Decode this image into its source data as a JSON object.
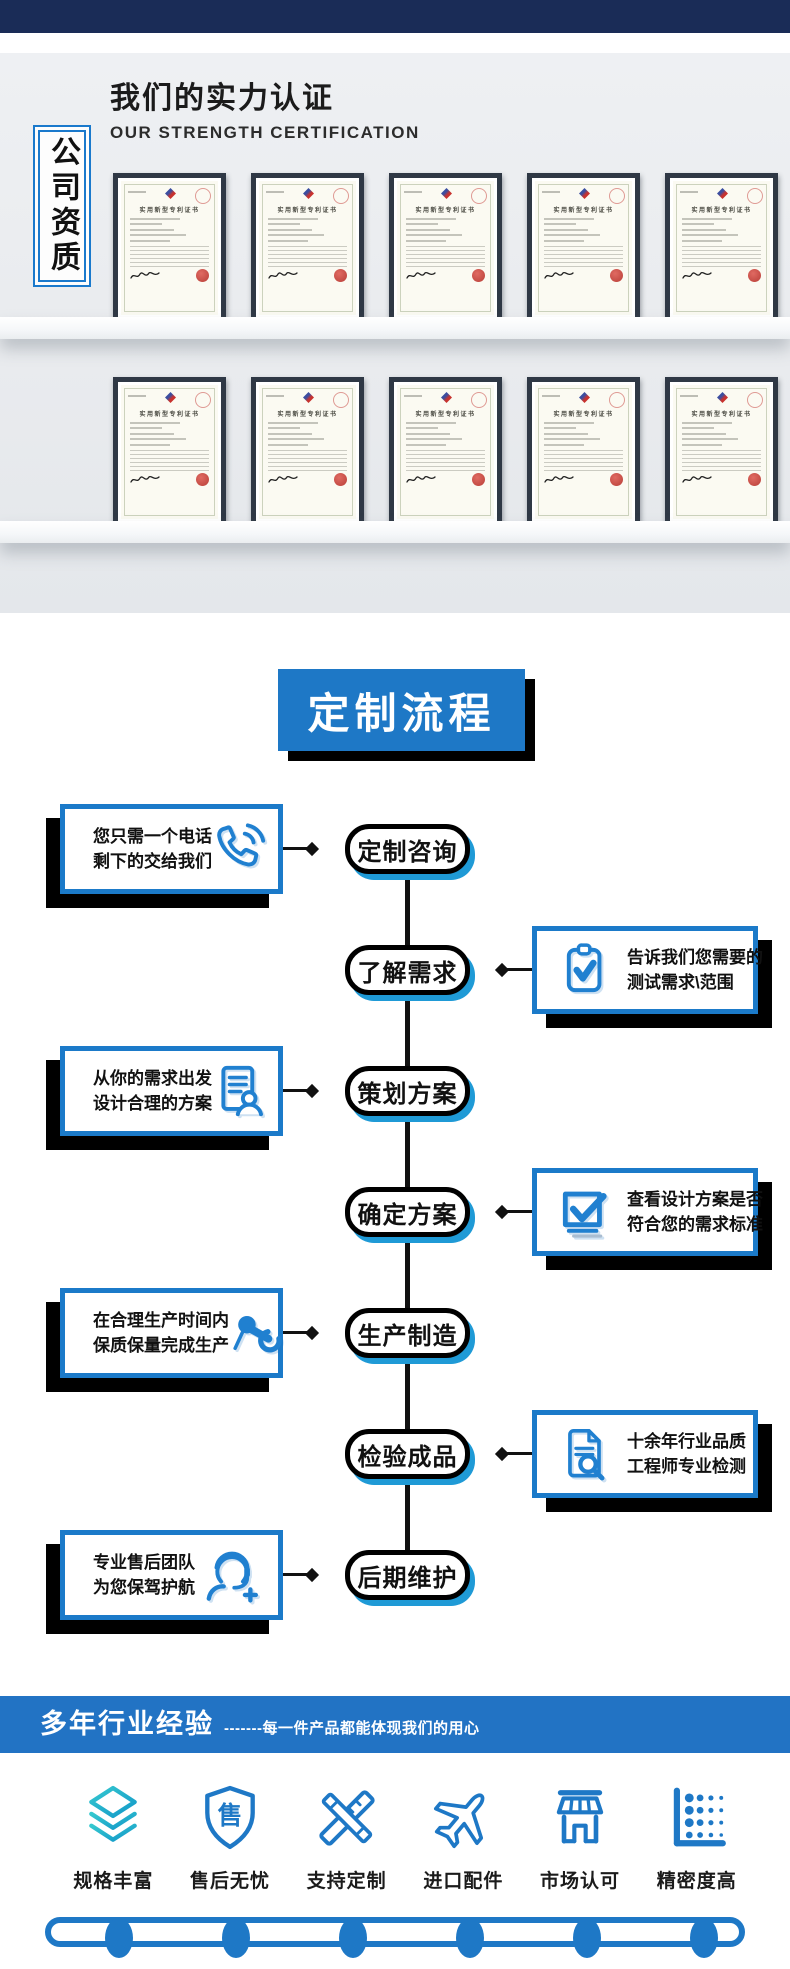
{
  "certification": {
    "side_label": "公司资质",
    "title": "我们的实力认证",
    "subtitle": "OUR STRENGTH CERTIFICATION",
    "certificate_title": "实用新型专利证书",
    "shelves": [
      5,
      5
    ]
  },
  "process": {
    "title": "定制流程",
    "steps": [
      {
        "name": "定制咨询",
        "side": "left",
        "icon": "phone-icon",
        "note1": "您只需一个电话",
        "note2": "剩下的交给我们"
      },
      {
        "name": "了解需求",
        "side": "right",
        "icon": "clipboard-check-icon",
        "note1": "告诉我们您需要的",
        "note2": "测试需求\\范围"
      },
      {
        "name": "策划方案",
        "side": "left",
        "icon": "document-person-icon",
        "note1": "从你的需求出发",
        "note2": "设计合理的方案"
      },
      {
        "name": "确定方案",
        "side": "right",
        "icon": "checkbox-icon",
        "note1": "查看设计方案是否",
        "note2": "符合您的需求标准"
      },
      {
        "name": "生产制造",
        "side": "left",
        "icon": "robot-arm-icon",
        "note1": "在合理生产时间内",
        "note2": "保质保量完成生产"
      },
      {
        "name": "检验成品",
        "side": "right",
        "icon": "document-search-icon",
        "note1": "十余年行业品质",
        "note2": "工程师专业检测"
      },
      {
        "name": "后期维护",
        "side": "left",
        "icon": "headset-icon",
        "note1": "专业售后团队",
        "note2": "为您保驾护航"
      }
    ]
  },
  "experience": {
    "title": "多年行业经验",
    "note": "-------每一件产品都能体现我们的用心",
    "features": [
      {
        "label": "规格丰富",
        "icon": "layers-icon"
      },
      {
        "label": "售后无忧",
        "icon": "shield-icon",
        "glyph": "售"
      },
      {
        "label": "支持定制",
        "icon": "tools-icon"
      },
      {
        "label": "进口配件",
        "icon": "airplane-icon"
      },
      {
        "label": "市场认可",
        "icon": "storefront-icon"
      },
      {
        "label": "精密度高",
        "icon": "dot-matrix-icon"
      }
    ]
  },
  "colors": {
    "primary_blue": "#1e78c6",
    "banner_blue": "#2273c4",
    "capsule_shadow_blue": "#1f9ad6",
    "teal": "#26a9c4",
    "top_bar_navy": "#1a2c57",
    "frame_dark": "#2f3845",
    "stamp_red": "#b12a24"
  }
}
